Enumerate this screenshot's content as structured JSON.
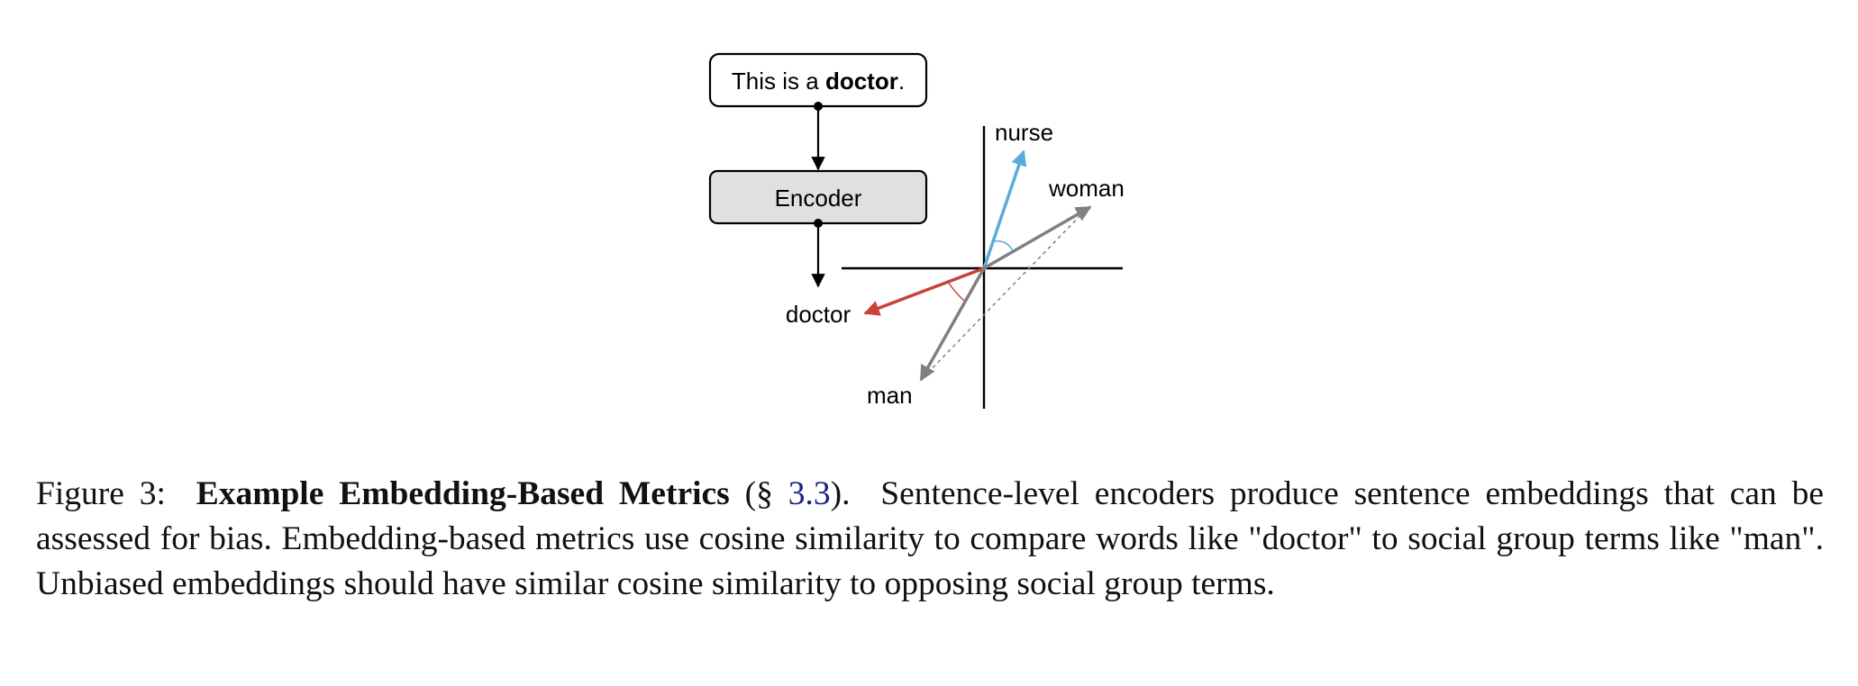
{
  "diagram": {
    "input_box": {
      "prefix": "This is a ",
      "bold_word": "doctor",
      "suffix": "."
    },
    "encoder_label": "Encoder",
    "output_label": "doctor",
    "vector_labels": {
      "nurse": "nurse",
      "woman": "woman",
      "doctor": "doctor",
      "man": "man"
    },
    "colors": {
      "nurse": "#5aacd6",
      "doctor": "#c9413a",
      "social_terms": "#808080",
      "encoder_fill": "#e0e0e0"
    }
  },
  "caption": {
    "figure_label": "Figure 3:",
    "title": "Example Embedding-Based Metrics",
    "ref_open": "(§ ",
    "ref_number": "3.3",
    "ref_close": ").",
    "body": "Sentence-level encoders produce sentence embeddings that can be assessed for bias. Embedding-based metrics use cosine similarity to compare words like \"doctor\" to social group terms like \"man\". Unbiased embeddings should have similar cosine similarity to opposing social group terms."
  }
}
